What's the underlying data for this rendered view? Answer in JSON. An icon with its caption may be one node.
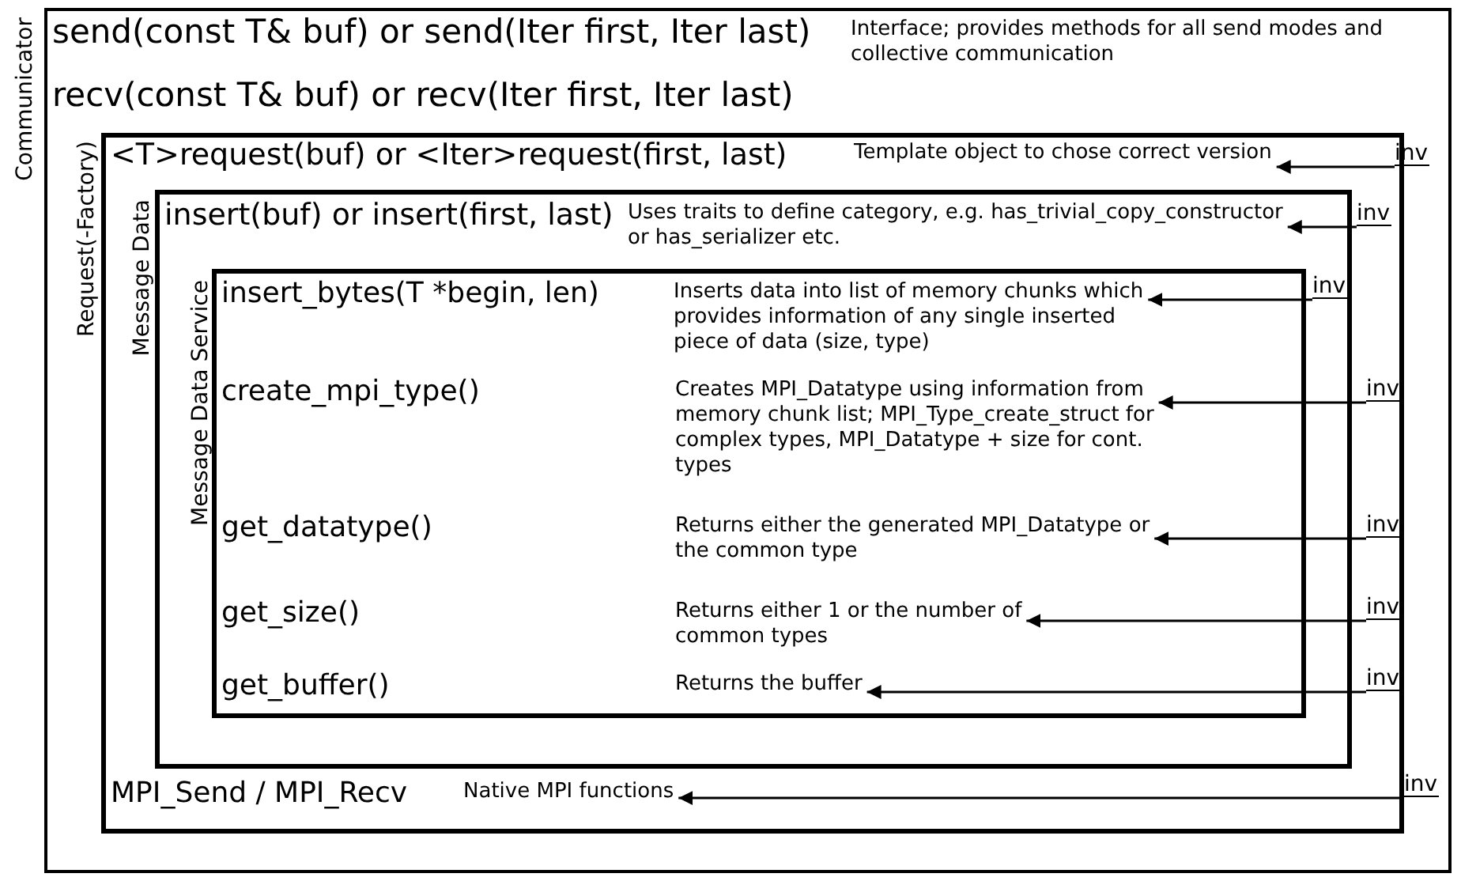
{
  "diagram": {
    "nodes": [
      {
        "text": [
          "Communicator"
        ]
      },
      {
        "text": [
          "send(const T& buf) or send(Iter first, Iter last)",
          "Interface; provides methods for all send modes and collective communication"
        ],
        "in": 0
      },
      {
        "text": [
          "recv(const T& buf) or recv(Iter first, Iter last)"
        ],
        "in": 0
      },
      {
        "text": [
          "Request(-Factory)"
        ],
        "in": 0
      },
      {
        "text": [
          "<T>request(buf) or <Iter>request(first, last)",
          "Template object to chose correct version"
        ],
        "in": 3
      },
      {
        "text": [
          "Message Data"
        ],
        "in": 3
      },
      {
        "text": [
          "insert(buf) or insert(first, last)",
          "Uses traits to define category, e.g. has_trivial_copy_constructor or has_serializer etc."
        ],
        "in": 5
      },
      {
        "text": [
          "Message Data Service"
        ],
        "in": 5
      },
      {
        "text": [
          "insert_bytes(T *begin, len)",
          "Inserts data into list of memory chunks which provides information of any single inserted piece of data (size, type)"
        ],
        "in": 7
      },
      {
        "text": [
          "create_mpi_type()",
          "Creates MPI_Datatype using information from memory chunk list; MPI_Type_create_struct for complex types, MPI_Datatype + size for cont. types"
        ],
        "in": 7
      },
      {
        "text": [
          "get_datatype()",
          "Returns either the generated MPI_Datatype or the common type"
        ],
        "in": 7
      },
      {
        "text": [
          "get_size()",
          "Returns either 1 or the number of common types"
        ],
        "in": 7
      },
      {
        "text": [
          "get_buffer()",
          "Returns the buffer"
        ],
        "in": 7
      },
      {
        "text": [
          "MPI_Send / MPI_Recv",
          "Native  MPI functions"
        ],
        "in": 3
      },
      {
        "text": [
          "inv"
        ],
        "in": 0
      },
      {
        "text": [
          "inv"
        ],
        "in": 3
      },
      {
        "text": [
          "inv"
        ],
        "in": 5
      },
      {
        "text": [
          "inv"
        ],
        "in": 3
      },
      {
        "text": [
          "inv"
        ],
        "in": 3
      },
      {
        "text": [
          "inv"
        ],
        "in": 3
      },
      {
        "text": [
          "inv"
        ],
        "in": 3
      },
      {
        "text": [
          "inv"
        ],
        "in": 0
      }
    ],
    "edges": [
      {
        "from": 14,
        "to": 4,
        "arrow": "to"
      },
      {
        "from": 15,
        "to": 6,
        "arrow": "to"
      },
      {
        "from": 16,
        "to": 8,
        "arrow": "to"
      },
      {
        "from": 17,
        "to": 9,
        "arrow": "to"
      },
      {
        "from": 18,
        "to": 10,
        "arrow": "to"
      },
      {
        "from": 19,
        "to": 11,
        "arrow": "to"
      },
      {
        "from": 20,
        "to": 12,
        "arrow": "to"
      },
      {
        "from": 21,
        "to": 13,
        "arrow": "to"
      }
    ]
  }
}
